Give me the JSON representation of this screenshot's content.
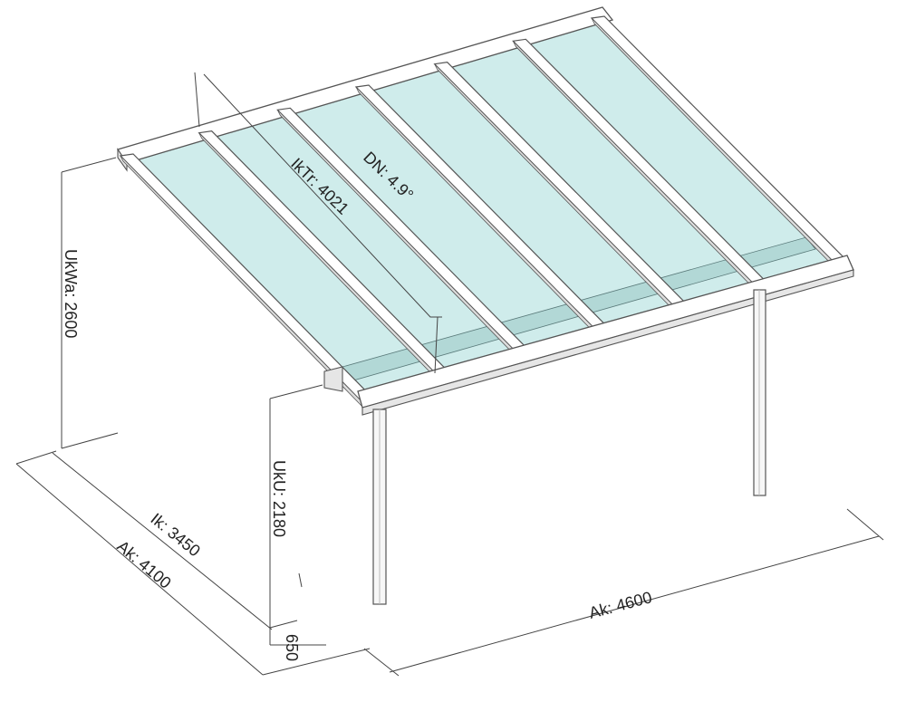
{
  "labels": {
    "wall_height": "UkWa: 2600",
    "front_height": "UkU: 2180",
    "inner_depth": "Ik: 3450",
    "outer_depth": "Ak: 4100",
    "outer_width": "Ak: 4600",
    "overhang": "650",
    "rafter_length": "IkTr: 4021",
    "roof_pitch": "DN: 4.9°"
  },
  "colors": {
    "glass": "#cfeceb",
    "frame": "#ffffff",
    "outline": "#555555"
  },
  "structure": {
    "glass_panels": 6,
    "rafters": 7,
    "posts": 2
  }
}
